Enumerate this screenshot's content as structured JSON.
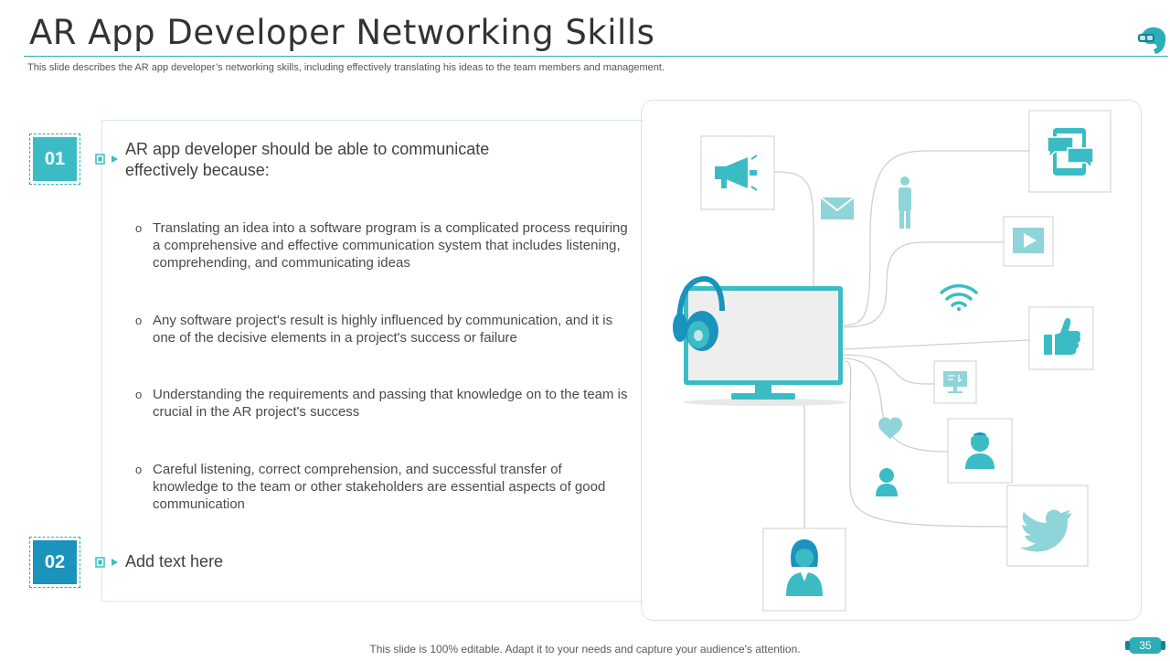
{
  "slide": {
    "title": "AR App Developer Networking Skills",
    "subtitle": "This slide describes the AR app developer’s networking skills, including effectively translating his ideas to the team members and management.",
    "footer": "This slide is 100% editable. Adapt it to your needs and capture your audience's attention.",
    "page_number": "35"
  },
  "points": [
    {
      "number": "01",
      "heading": "AR app developer should be able to communicate effectively because:",
      "bullet_marker": "o",
      "bullets": [
        "Translating an idea into a software program is a complicated process requiring a comprehensive and effective communication system that includes listening, comprehending, and communicating ideas",
        "Any software project's result is highly influenced by communication, and it is one of the decisive elements in a project's success or failure",
        "Understanding the requirements and passing that knowledge on to the team is crucial in the AR project's success",
        "Careful listening, correct comprehension, and successful transfer of knowledge to the team or other stakeholders are essential aspects of good communication"
      ]
    },
    {
      "number": "02",
      "heading": "Add text here"
    }
  ],
  "colors": {
    "accent": "#3bbcc4",
    "accent_dark": "#1a93bd",
    "title_rule": "#2aaeb8",
    "monitor_screen": "#eeeeee"
  },
  "illustration": {
    "icons": [
      "megaphone-icon",
      "chat-phone-icon",
      "email-icon",
      "person-icon",
      "video-icon",
      "wifi-icon",
      "headphones-icon",
      "monitor-icon",
      "thumbs-up-icon",
      "presentation-icon",
      "heart-icon",
      "male-user-icon",
      "user-icon",
      "twitter-bird-icon",
      "female-user-icon"
    ]
  }
}
